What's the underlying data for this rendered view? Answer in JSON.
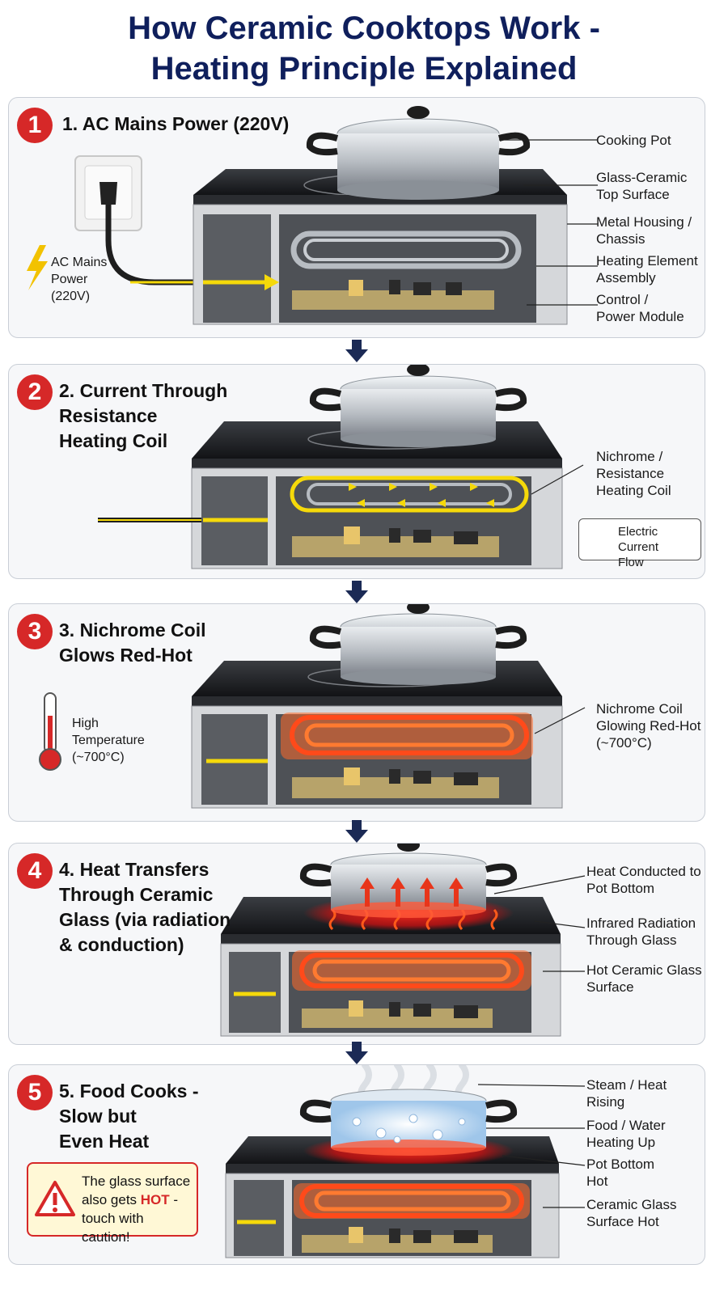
{
  "title": {
    "line1": "How Ceramic Cooktops Work -",
    "line2": "Heating Principle Explained"
  },
  "steps": [
    {
      "number": "1",
      "title": "1. AC Mains Power (220V)",
      "side_label": "AC Mains\nPower\n(220V)",
      "callouts": [
        "Cooking Pot",
        "Glass-Ceramic\nTop Surface",
        "Metal Housing /\nChassis",
        "Heating Element\nAssembly",
        "Control /\nPower Module"
      ]
    },
    {
      "number": "2",
      "title": "2. Current Through\n    Resistance\n    Heating Coil",
      "callouts": [
        "Nichrome /\nResistance\nHeating Coil"
      ],
      "legend": "Electric Current\nFlow"
    },
    {
      "number": "3",
      "title": "3. Nichrome Coil\n    Glows Red-Hot",
      "side_label": "High\nTemperature\n(~700°C)",
      "callouts": [
        "Nichrome Coil\nGlowing Red-Hot\n(~700°C)"
      ]
    },
    {
      "number": "4",
      "title": "4. Heat Transfers\n    Through Ceramic\n    Glass (via radiation\n    & conduction)",
      "callouts": [
        "Heat Conducted to\nPot Bottom",
        "Infrared Radiation\nThrough Glass",
        "Hot Ceramic Glass\nSurface"
      ]
    },
    {
      "number": "5",
      "title": "5. Food Cooks -\n    Slow but\n    Even Heat",
      "callouts": [
        "Steam / Heat\nRising",
        "Food / Water\nHeating Up",
        "Pot Bottom\nHot",
        "Ceramic Glass\nSurface Hot"
      ],
      "warning": {
        "before": "The glass surface also gets ",
        "hot": "HOT",
        "after": " - touch with caution!"
      }
    }
  ],
  "colors": {
    "title": "#0f1f5c",
    "badge": "#d62828",
    "current": "#f5d90a",
    "coil_hot": "#ff4a1a",
    "arrow": "#1b2a55"
  }
}
